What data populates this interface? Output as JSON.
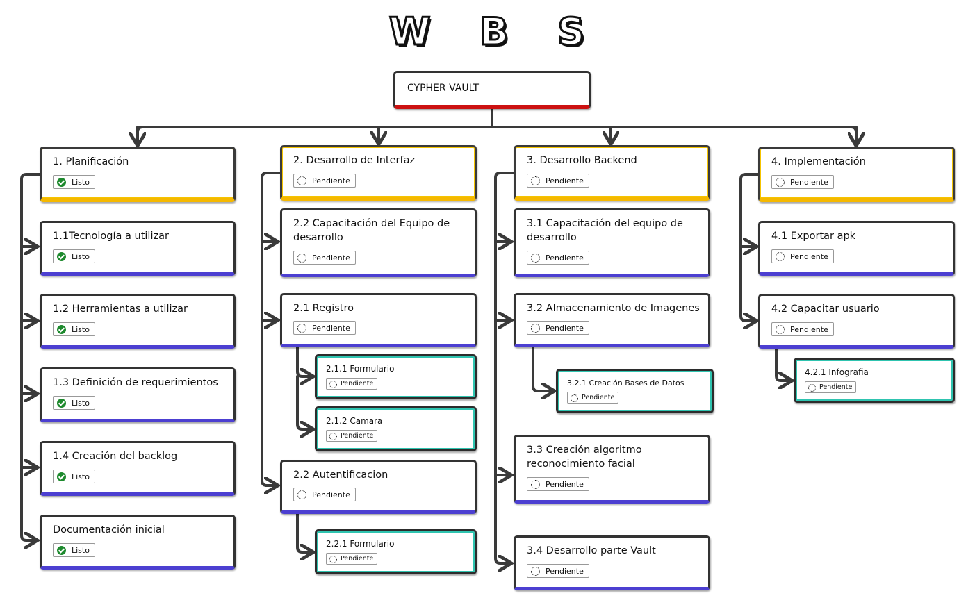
{
  "title": "W B S",
  "root": {
    "label": "CYPHER VAULT"
  },
  "status_labels": {
    "done": "Listo",
    "pending": "Pendiente"
  },
  "colors": {
    "root_accent": "#cc1111",
    "phase_accent": "#f5b800",
    "task_accent": "#4c3fd1",
    "subtask_accent": "#2fc4b0",
    "done_icon": "#1e8a2e"
  },
  "phases": [
    {
      "label": "1. Planificación",
      "status": "Listo",
      "children": [
        {
          "label": "1.1Tecnología a utilizar",
          "status": "Listo"
        },
        {
          "label": "1.2 Herramientas a utilizar",
          "status": "Listo"
        },
        {
          "label": "1.3 Definición de requerimientos",
          "status": "Listo"
        },
        {
          "label": "1.4 Creación del backlog",
          "status": "Listo"
        },
        {
          "label": "Documentación inicial",
          "status": "Listo"
        }
      ]
    },
    {
      "label": "2. Desarrollo de Interfaz",
      "status": "Pendiente",
      "children": [
        {
          "label": "2.2 Capacitación del Equipo de desarrollo",
          "status": "Pendiente"
        },
        {
          "label": "2.1 Registro",
          "status": "Pendiente",
          "children": [
            {
              "label": "2.1.1 Formulario",
              "status": "Pendiente"
            },
            {
              "label": "2.1.2 Camara",
              "status": "Pendiente"
            }
          ]
        },
        {
          "label": "2.2 Autentificacion",
          "status": "Pendiente",
          "children": [
            {
              "label": "2.2.1 Formulario",
              "status": "Pendiente"
            }
          ]
        }
      ]
    },
    {
      "label": "3. Desarrollo Backend",
      "status": "Pendiente",
      "children": [
        {
          "label": "3.1 Capacitación del equipo de desarrollo",
          "status": "Pendiente"
        },
        {
          "label": "3.2 Almacenamiento de Imagenes",
          "status": "Pendiente",
          "children": [
            {
              "label": "3.2.1 Creación Bases de Datos",
              "status": "Pendiente"
            }
          ]
        },
        {
          "label": "3.3 Creación algoritmo reconocimiento facial",
          "status": "Pendiente"
        },
        {
          "label": "3.4 Desarrollo parte Vault",
          "status": "Pendiente"
        }
      ]
    },
    {
      "label": "4. Implementación",
      "status": "Pendiente",
      "children": [
        {
          "label": "4.1 Exportar apk",
          "status": "Pendiente"
        },
        {
          "label": "4.2 Capacitar usuario",
          "status": "Pendiente",
          "children": [
            {
              "label": "4.2.1 Infografia",
              "status": "Pendiente"
            }
          ]
        }
      ]
    }
  ]
}
